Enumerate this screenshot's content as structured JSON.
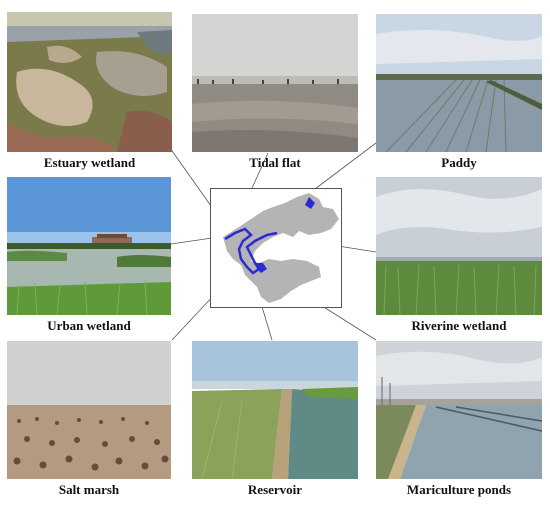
{
  "panels": [
    {
      "id": "estuary",
      "label": "Estuary wetland"
    },
    {
      "id": "tidal",
      "label": "Tidal flat"
    },
    {
      "id": "paddy",
      "label": "Paddy"
    },
    {
      "id": "urban",
      "label": "Urban wetland"
    },
    {
      "id": "riverine",
      "label": "Riverine wetland"
    },
    {
      "id": "salt",
      "label": "Salt marsh"
    },
    {
      "id": "reservoir",
      "label": "Reservoir"
    },
    {
      "id": "mariculture",
      "label": "Mariculture ponds"
    }
  ],
  "colors": {
    "land": "#b4b4b4",
    "wetland": "#2b2bd6",
    "line": "#555555"
  }
}
